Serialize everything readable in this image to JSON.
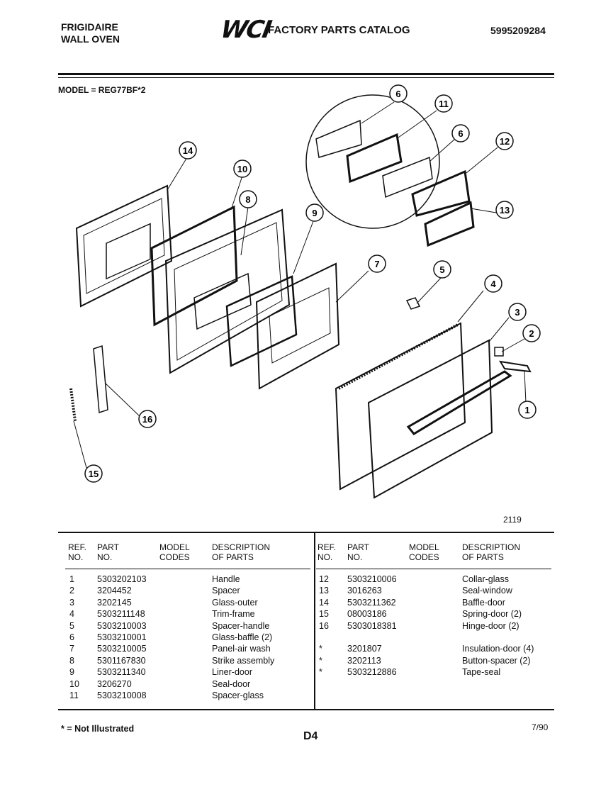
{
  "header": {
    "brand": "FRIGIDAIRE",
    "product": "WALL OVEN",
    "logo_text": "WCI",
    "catalog_title": "FACTORY PARTS CATALOG",
    "catalog_number": "5995209284"
  },
  "model_line": "MODEL = REG77BF*2",
  "diagram": {
    "figure_number": "2119",
    "callouts": [
      "1",
      "2",
      "3",
      "4",
      "5",
      "6",
      "7",
      "8",
      "9",
      "10",
      "11",
      "12",
      "13",
      "14",
      "15",
      "16"
    ]
  },
  "table": {
    "headers": {
      "ref1": "REF.",
      "ref2": "NO.",
      "part1": "PART",
      "part2": "NO.",
      "model1": "MODEL",
      "model2": "CODES",
      "desc1": "DESCRIPTION",
      "desc2": "OF PARTS"
    },
    "left_rows": [
      {
        "ref": "1",
        "part": "5303202103",
        "codes": "",
        "desc": "Handle"
      },
      {
        "ref": "2",
        "part": "3204452",
        "codes": "",
        "desc": "Spacer"
      },
      {
        "ref": "3",
        "part": "3202145",
        "codes": "",
        "desc": "Glass-outer"
      },
      {
        "ref": "4",
        "part": "5303211148",
        "codes": "",
        "desc": "Trim-frame"
      },
      {
        "ref": "5",
        "part": "5303210003",
        "codes": "",
        "desc": "Spacer-handle"
      },
      {
        "ref": "6",
        "part": "5303210001",
        "codes": "",
        "desc": "Glass-baffle (2)"
      },
      {
        "ref": "7",
        "part": "5303210005",
        "codes": "",
        "desc": "Panel-air wash"
      },
      {
        "ref": "8",
        "part": "5301167830",
        "codes": "",
        "desc": "Strike assembly"
      },
      {
        "ref": "9",
        "part": "5303211340",
        "codes": "",
        "desc": "Liner-door"
      },
      {
        "ref": "10",
        "part": "3206270",
        "codes": "",
        "desc": "Seal-door"
      },
      {
        "ref": "11",
        "part": "5303210008",
        "codes": "",
        "desc": "Spacer-glass"
      }
    ],
    "right_rows": [
      {
        "ref": "12",
        "part": "5303210006",
        "codes": "",
        "desc": "Collar-glass"
      },
      {
        "ref": "13",
        "part": "3016263",
        "codes": "",
        "desc": "Seal-window"
      },
      {
        "ref": "14",
        "part": "5303211362",
        "codes": "",
        "desc": "Baffle-door"
      },
      {
        "ref": "15",
        "part": "08003186",
        "codes": "",
        "desc": "Spring-door (2)"
      },
      {
        "ref": "16",
        "part": "5303018381",
        "codes": "",
        "desc": "Hinge-door (2)"
      },
      {
        "ref": "",
        "part": "",
        "codes": "",
        "desc": ""
      },
      {
        "ref": "*",
        "part": "3201807",
        "codes": "",
        "desc": "Insulation-door (4)"
      },
      {
        "ref": "*",
        "part": "3202113",
        "codes": "",
        "desc": "Button-spacer (2)"
      },
      {
        "ref": "*",
        "part": "5303212886",
        "codes": "",
        "desc": "Tape-seal"
      }
    ]
  },
  "footer": {
    "note": "* = Not Illustrated",
    "page_code": "D4",
    "date": "7/90"
  }
}
